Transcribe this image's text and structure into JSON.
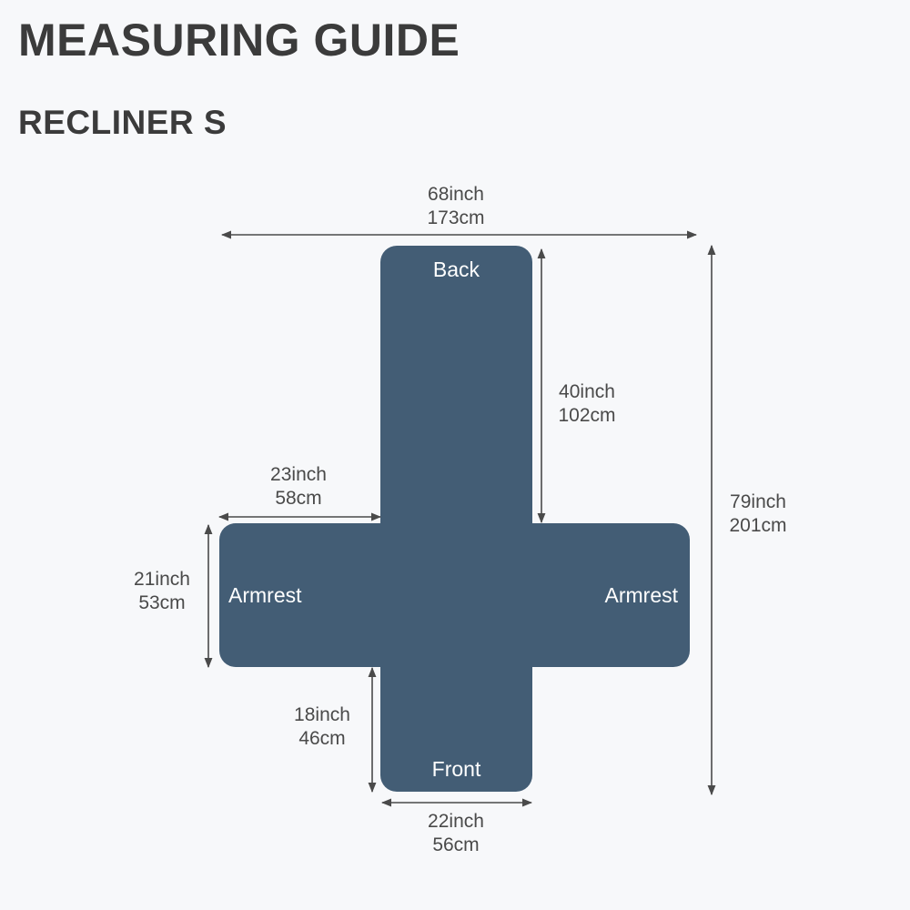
{
  "header": {
    "title": "MEASURING GUIDE",
    "subtitle": "RECLINER S"
  },
  "parts": {
    "back": "Back",
    "front": "Front",
    "armrest_left": "Armrest",
    "armrest_right": "Armrest"
  },
  "dimensions": {
    "total_width": {
      "inch": "68inch",
      "cm": "173cm"
    },
    "total_length": {
      "inch": "79inch",
      "cm": "201cm"
    },
    "back_length": {
      "inch": "40inch",
      "cm": "102cm"
    },
    "armrest_length": {
      "inch": "23inch",
      "cm": "58cm"
    },
    "armrest_width": {
      "inch": "21inch",
      "cm": "53cm"
    },
    "front_length": {
      "inch": "18inch",
      "cm": "46cm"
    },
    "seat_width": {
      "inch": "22inch",
      "cm": "56cm"
    }
  },
  "colors": {
    "cover": "#435d75",
    "background": "#f7f8fa",
    "text": "#3b3b3b",
    "arrow": "#4a4a4a"
  }
}
